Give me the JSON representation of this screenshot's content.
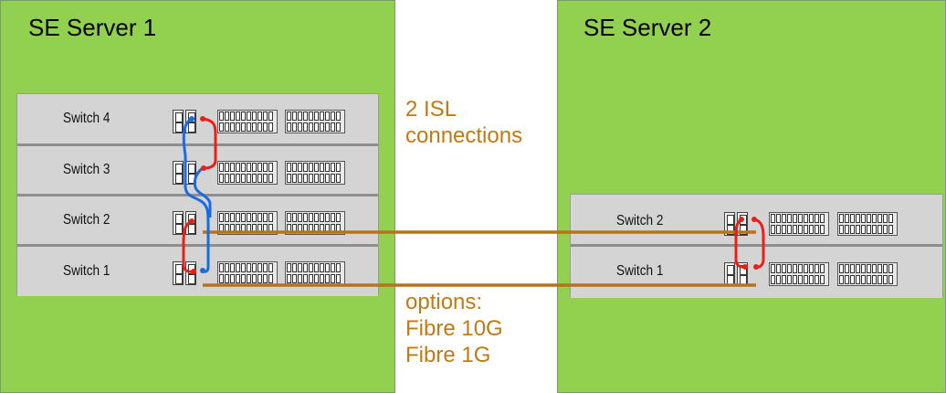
{
  "server1": {
    "title": "SE Server 1",
    "switches": [
      {
        "label": "Switch 4"
      },
      {
        "label": "Switch 3"
      },
      {
        "label": "Switch 2"
      },
      {
        "label": "Switch 1"
      }
    ]
  },
  "server2": {
    "title": "SE Server 2",
    "switches": [
      {
        "label": "Switch 2"
      },
      {
        "label": "Switch 1"
      }
    ]
  },
  "isl_caption": [
    "2 ISL",
    "connections"
  ],
  "options_caption": [
    "options:",
    "Fibre 10G",
    "Fibre 1G"
  ],
  "colors": {
    "server_bg": "#92d050",
    "isl": "#b8711c",
    "stack_red": "#e8201c",
    "stack_blue": "#1a6be0",
    "caption": "#c07a15"
  }
}
